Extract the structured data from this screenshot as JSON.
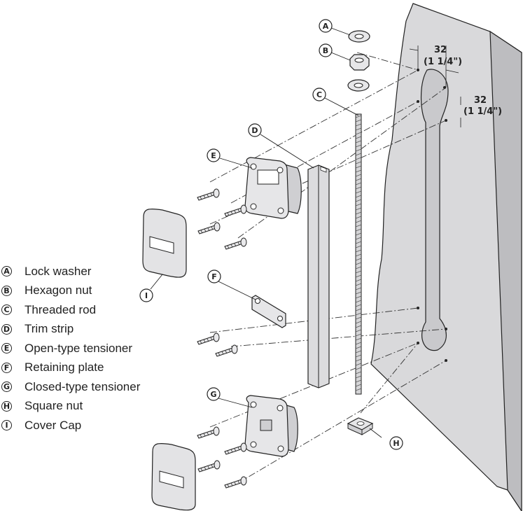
{
  "legend": [
    {
      "letter": "A",
      "label": "Lock washer"
    },
    {
      "letter": "B",
      "label": "Hexagon nut"
    },
    {
      "letter": "C",
      "label": "Threaded rod"
    },
    {
      "letter": "D",
      "label": "Trim strip"
    },
    {
      "letter": "E",
      "label": "Open-type tensioner"
    },
    {
      "letter": "F",
      "label": "Retaining plate"
    },
    {
      "letter": "G",
      "label": "Closed-type tensioner"
    },
    {
      "letter": "H",
      "label": "Square nut"
    },
    {
      "letter": "I",
      "label": "Cover Cap"
    }
  ],
  "callouts": {
    "a": "A",
    "b": "B",
    "c": "C",
    "d": "D",
    "e": "E",
    "f": "F",
    "g": "G",
    "h": "H",
    "i": "I"
  },
  "dimensions": {
    "horizontal_value": "32",
    "horizontal_imperial": "(1 1/4\")",
    "vertical_value": "32",
    "vertical_imperial": "(1 1/4\")"
  },
  "colors": {
    "panel": "#d9d9db",
    "part": "#e6e6e8",
    "stroke": "#222222"
  }
}
